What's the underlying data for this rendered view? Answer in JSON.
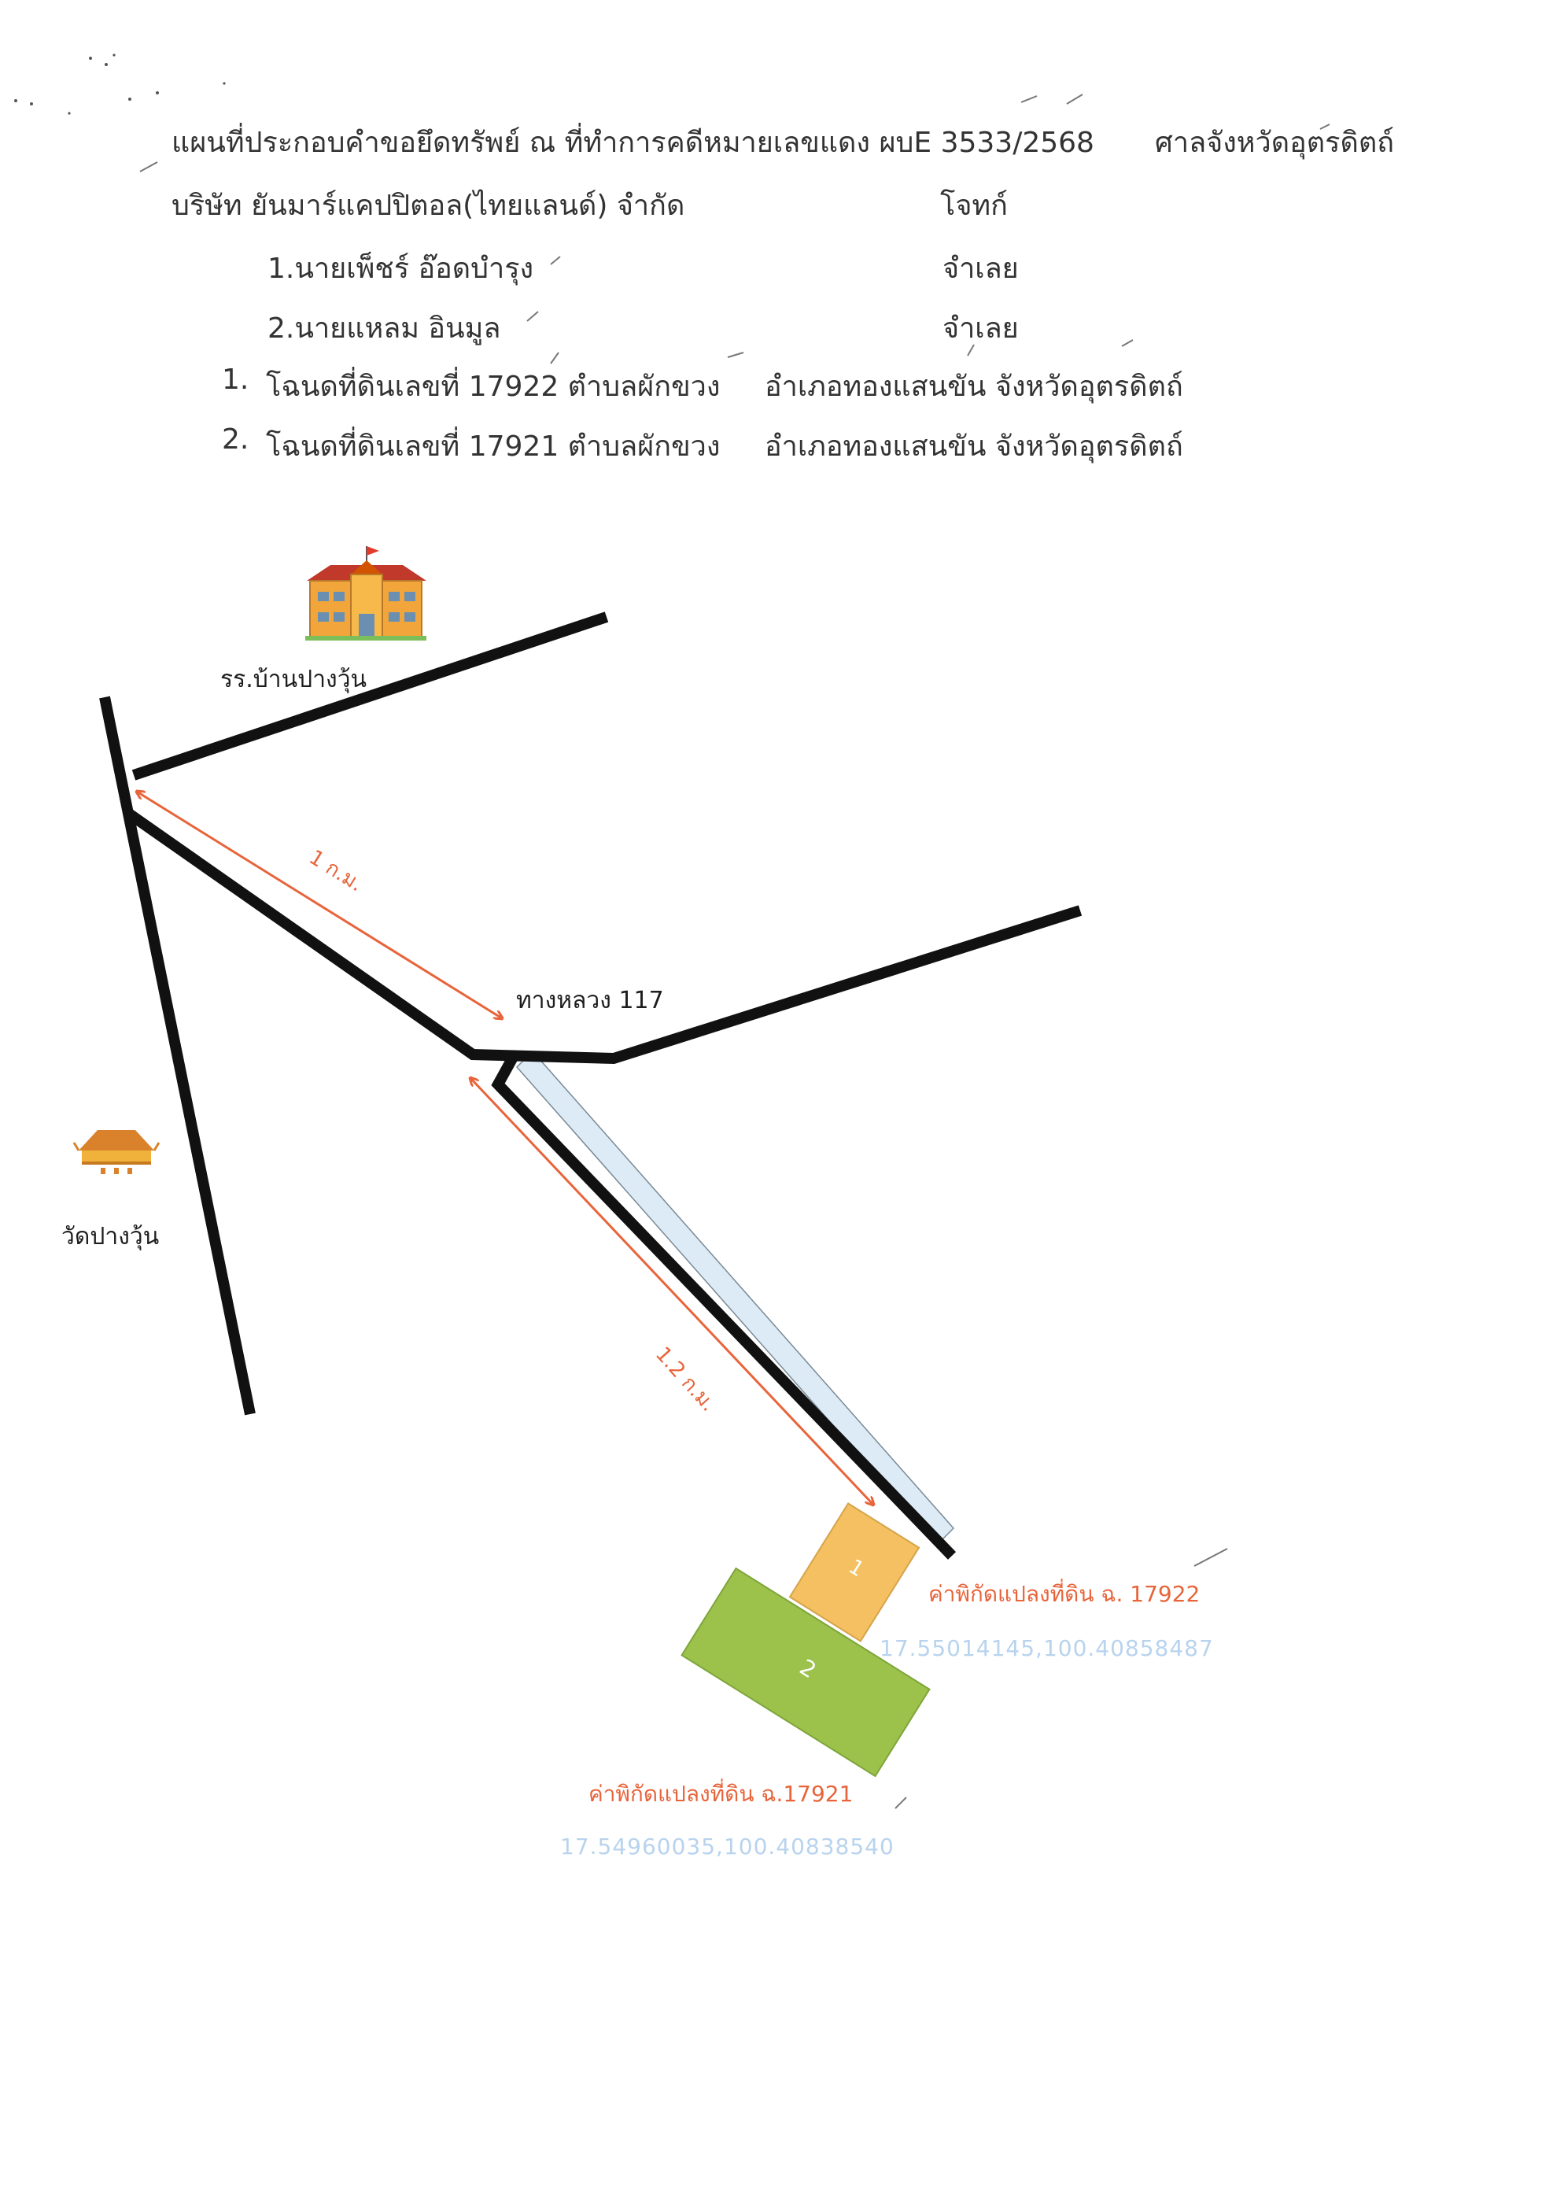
{
  "header": {
    "title": "แผนที่ประกอบคำขอยึดทรัพย์  ณ  ที่ทำการคดีหมายเลขแดง ผบE 3533/2568",
    "court": "ศาลจังหวัดอุตรดิตถ์",
    "plaintiff_name": "บริษัท ยันมาร์แคปปิตอล(ไทยแลนด์) จำกัด",
    "plaintiff_role": "โจทก์",
    "defendants": [
      {
        "name": "1.นายเพ็ชร์ อ๊อดบำรุง",
        "role": "จำเลย"
      },
      {
        "name": "2.นายแหลม  อินมูล",
        "role": "จำเลย"
      }
    ],
    "deeds": [
      {
        "num": "1.",
        "text": "โฉนดที่ดินเลขที่  17922  ตำบลผักขวง",
        "district": "อำเภอทองแสนขัน จังหวัดอุตรดิตถ์"
      },
      {
        "num": "2.",
        "text": "โฉนดที่ดินเลขที่  17921  ตำบลผักขวง",
        "district": "อำเภอทองแสนขัน จังหวัดอุตรดิตถ์"
      }
    ]
  },
  "map": {
    "school_label": "รร.บ้านปางวุ้น",
    "temple_label": "วัดปางวุ้น",
    "highway_label": "ทางหลวง 117",
    "distance_1": "1 ก.ม.",
    "distance_2": "1.2 ก.ม.",
    "plot_1_num": "1",
    "plot_2_num": "2",
    "plot_17922_label": "ค่าพิกัดแปลงที่ดิน  ฉ. 17922",
    "plot_17922_coord": "17.55014145,100.40858487",
    "plot_17921_label": "ค่าพิกัดแปลงที่ดิน  ฉ.17921",
    "plot_17921_coord": "17.54960035,100.40838540"
  },
  "colors": {
    "road": "#111111",
    "distance_arrow": "#e8643a",
    "plot_1": "#f4c061",
    "plot_2": "#9cc24c",
    "side_road": "#dcebf6",
    "coordinate_text": "#b8d3ee"
  }
}
